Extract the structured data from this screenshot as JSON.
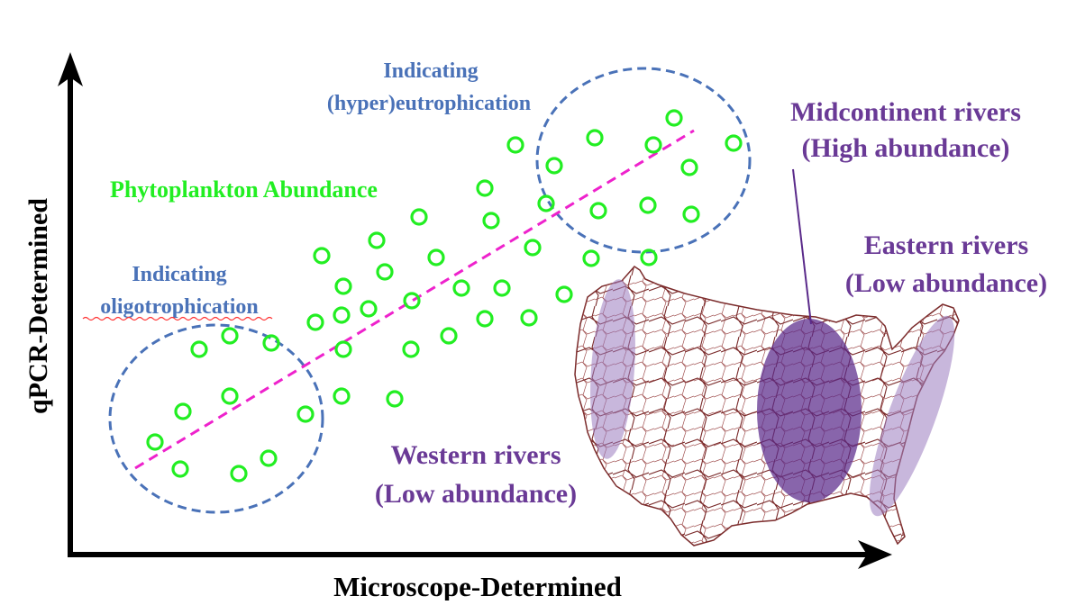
{
  "axes": {
    "x_label": "Microscope-Determined",
    "y_label": "qPCR-Determined"
  },
  "labels": {
    "phytoplankton": "Phytoplankton Abundance",
    "eutro_line1": "Indicating",
    "eutro_line2": "(hyper)eutrophication",
    "oligo_line1": "Indicating",
    "oligo_line2": "oligotrophication",
    "mid_line1": "Midcontinent rivers",
    "mid_line2": "(High abundance)",
    "east_line1": "Eastern rivers",
    "east_line2": "(Low abundance)",
    "west_line1": "Western rivers",
    "west_line2": "(Low abundance)"
  },
  "colors": {
    "points": "#22ee22",
    "trend": "#ee22cc",
    "cluster": "#4a72b8",
    "blue_text": "#4a72b8",
    "green_text": "#22ee22",
    "purple_text": "#6a3a96",
    "map_lines": "#8b3a3a",
    "region_light": "#9a7bc0",
    "region_dark": "#5a2a8a"
  }
}
